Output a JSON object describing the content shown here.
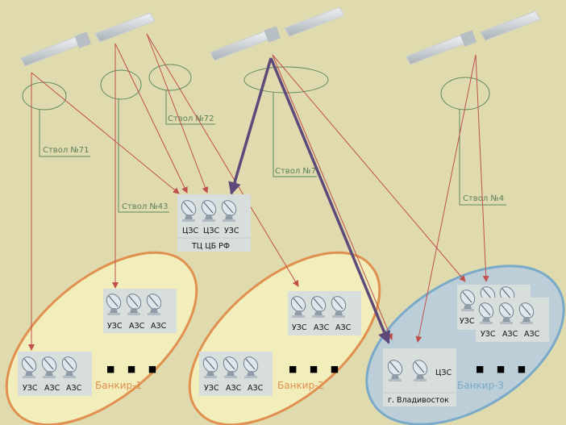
{
  "diagram": {
    "colors": {
      "background": "#e0dbae",
      "beam": "#5e8a5e",
      "link": "#c0504d",
      "main_link": "#5d4a7a",
      "bank_fill": "#f1eebb",
      "bank_stroke": "#e0904f",
      "bank3_fill": "#bccfd8",
      "bank3_stroke": "#7aaac8",
      "box": "#d8dedc"
    },
    "channels": [
      "Ствол №71",
      "Ствол №72",
      "Ствол №43",
      "Ствол №7",
      "Ствол №4"
    ],
    "central": {
      "stations": [
        "ЦЗС",
        "ЦЗС",
        "УЗС"
      ],
      "name": "ТЦ ЦБ РФ"
    },
    "banks": [
      {
        "name": "Банкир-1",
        "groups": [
          [
            "УЗС",
            "АЗС",
            "АЗС"
          ],
          [
            "УЗС",
            "АЗС",
            "АЗС"
          ]
        ],
        "ellipsis": "■ ■ ■"
      },
      {
        "name": "Банкир-2",
        "groups": [
          [
            "УЗС",
            "АЗС",
            "АЗС"
          ],
          [
            "УЗС",
            "АЗС",
            "АЗС"
          ]
        ],
        "ellipsis": "■ ■ ■"
      },
      {
        "name": "Банкир-3",
        "groups": [
          [
            "УЗС"
          ],
          [
            "УЗС",
            "АЗС",
            "АЗС"
          ]
        ],
        "hub": {
          "station": "ЦЗС",
          "city": "г. Владивосток"
        },
        "ellipsis": "■ ■ ■"
      }
    ]
  }
}
